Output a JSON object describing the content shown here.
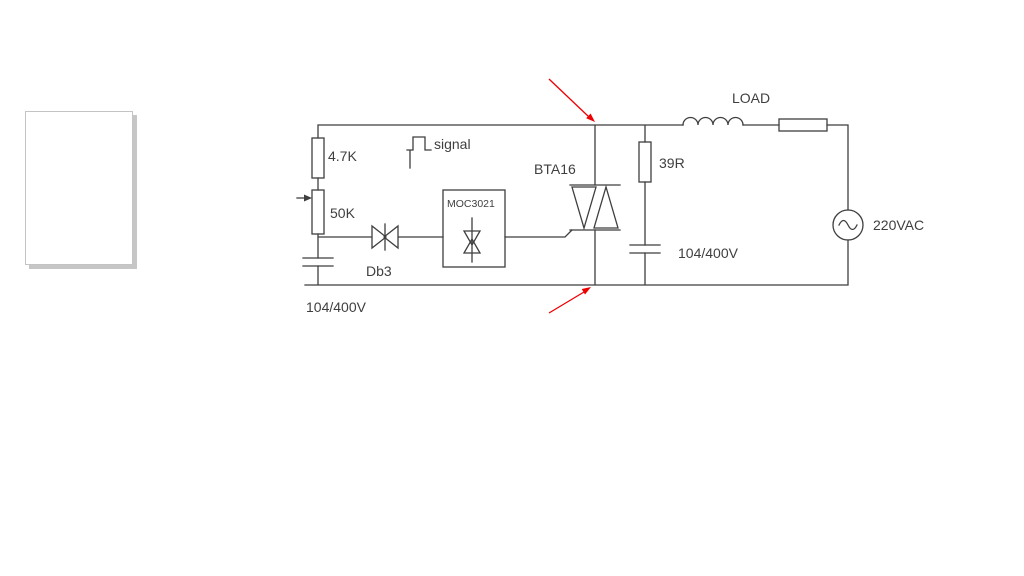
{
  "colors": {
    "line": "#3f3f3f",
    "annotation": "#ee0000"
  },
  "diagram": {
    "labels": {
      "resistor_r1": "4.7K",
      "potentiometer": "50K",
      "signal": "signal",
      "optocoupler": "MOC3021",
      "diac": "Db3",
      "triac": "BTA16",
      "capacitor_left": "104/400V",
      "snubber_resistor": "39R",
      "snubber_capacitor": "104/400V",
      "load": "LOAD",
      "ac_source": "220VAC"
    }
  }
}
